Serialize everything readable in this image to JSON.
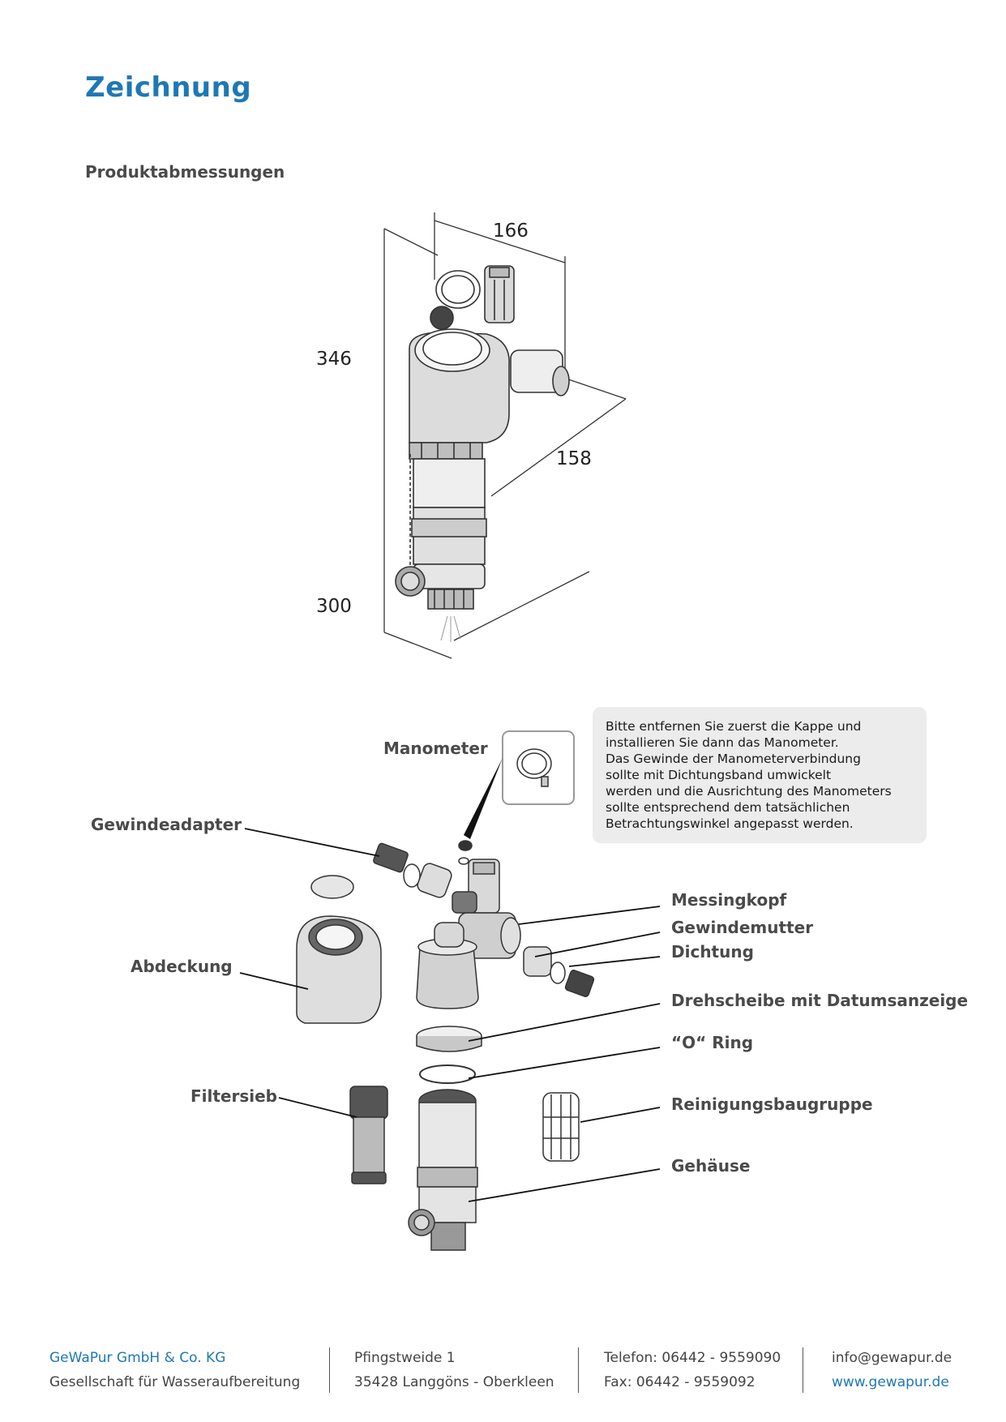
{
  "page": {
    "title": "Zeichnung",
    "section": "Produktabmessungen"
  },
  "dimensions": {
    "width": "166",
    "height": "346",
    "depth": "158",
    "bottom": "300"
  },
  "labels": {
    "manometer": "Manometer",
    "gewindeadapter": "Gewindeadapter",
    "abdeckung": "Abdeckung",
    "filtersieb": "Filtersieb",
    "messingkopf": "Messingkopf",
    "gewindemutter": "Gewindemutter",
    "dichtung": "Dichtung",
    "drehscheibe": "Drehscheibe mit Datumsanzeige",
    "oring": "“O“ Ring",
    "reinigung": "Reinigungsbaugruppe",
    "gehaeuse": "Gehäuse"
  },
  "note": {
    "lines": [
      "Bitte entfernen Sie zuerst die Kappe und",
      "installieren Sie dann das Manometer.",
      "Das Gewinde der Manometerverbindung",
      "sollte mit Dichtungsband umwickelt",
      "werden und die Ausrichtung des Manometers",
      "sollte entsprechend dem tatsächlichen",
      "Betrachtungswinkel angepasst werden."
    ]
  },
  "footer": {
    "company": "GeWaPur GmbH & Co. KG",
    "company_sub": "Gesellschaft für Wasseraufbereitung",
    "street": "Pfingstweide 1",
    "city": "35428 Langgöns - Oberkleen",
    "phone": "Telefon: 06442 - 9559090",
    "fax": "Fax: 06442 - 9559092",
    "email": "info@gewapur.de",
    "web": "www.gewapur.de"
  },
  "colors": {
    "accent": "#1f78b4",
    "note_bg": "#ececec"
  }
}
